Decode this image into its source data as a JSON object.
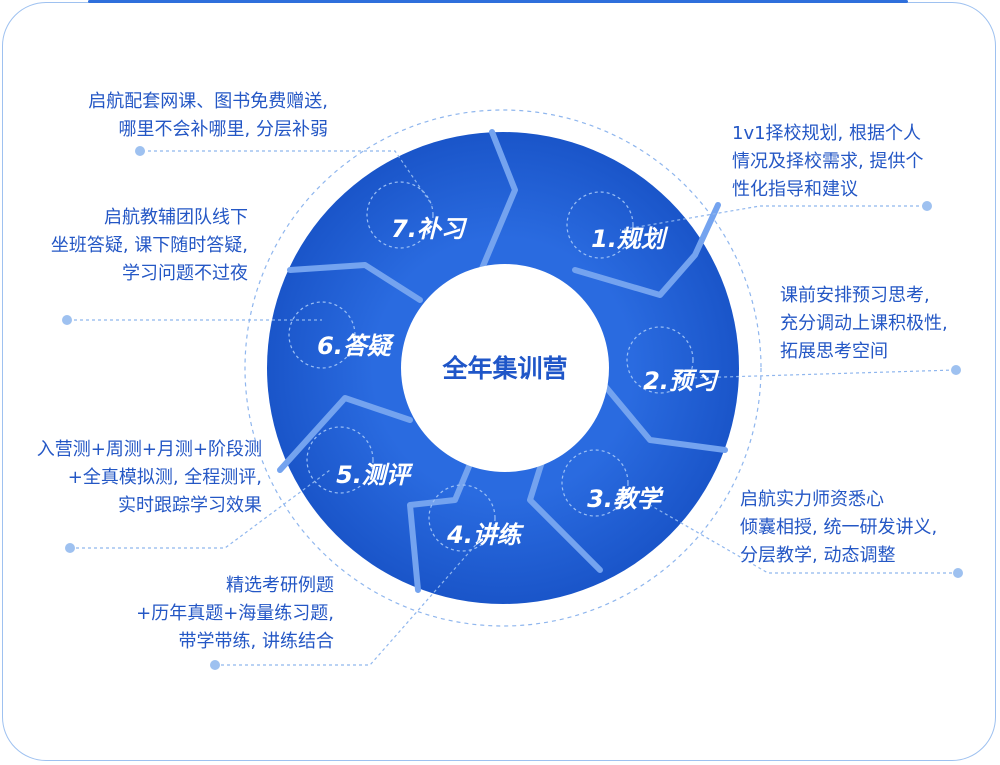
{
  "center": {
    "title": "全年集训营"
  },
  "stages": [
    {
      "label": "1.规划"
    },
    {
      "label": "2.预习"
    },
    {
      "label": "3.教学"
    },
    {
      "label": "4.讲练"
    },
    {
      "label": "5.测评"
    },
    {
      "label": "6.答疑"
    },
    {
      "label": "7.补习"
    }
  ],
  "notes": {
    "bukao": [
      "启航配套网课、图书免费赠送,",
      "哪里不会补哪里, 分层补弱"
    ],
    "guihua": [
      "1v1择校规划, 根据个人",
      "情况及择校需求, 提供个",
      "性化指导和建议"
    ],
    "dayi": [
      "启航教辅团队线下",
      "坐班答疑, 课下随时答疑,",
      "学习问题不过夜"
    ],
    "yuxi": [
      "课前安排预习思考,",
      "充分调动上课积极性,",
      "拓展思考空间"
    ],
    "ceping": [
      "入营测+周测+月测+阶段测",
      "+全真模拟测, 全程测评,",
      "实时跟踪学习效果"
    ],
    "jiaoxue": [
      "启航实力师资悉心",
      "倾囊相授, 统一研发讲义,",
      "分层教学, 动态调整"
    ],
    "jianglian": [
      "精选考研例题",
      "+历年真题+海量练习题,",
      "带学带练, 讲练结合"
    ]
  },
  "colors": {
    "ring": "#1d5ed6",
    "ring_light": "#3a7ae6",
    "divider": "#6fa0ee",
    "text_blue": "#2457c5",
    "accent": "#2f6fdc"
  }
}
